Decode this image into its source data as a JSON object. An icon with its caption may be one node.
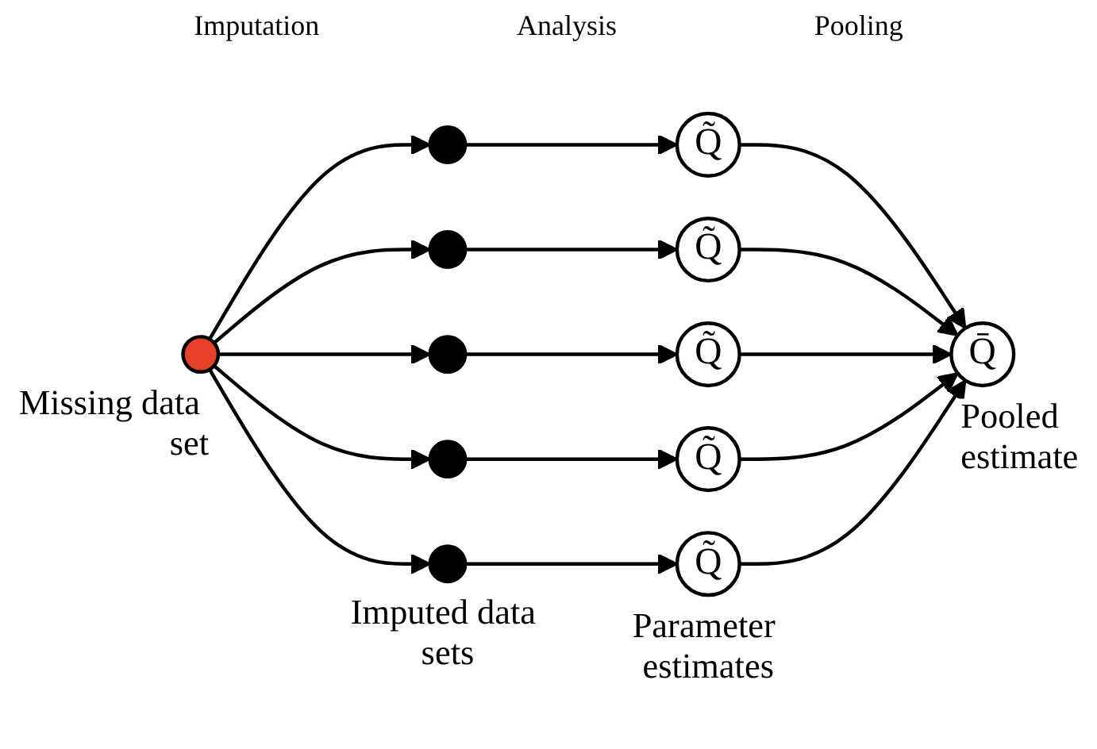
{
  "diagram": {
    "nodes": [
      {
        "text": [],
        "shape": "circle",
        "beside": [
          "Missing data set"
        ]
      },
      {
        "text": [],
        "shape": "circle"
      },
      {
        "text": [],
        "shape": "circle"
      },
      {
        "text": [],
        "shape": "circle"
      },
      {
        "text": [],
        "shape": "circle"
      },
      {
        "text": [],
        "shape": "circle",
        "beside": [
          "Imputed data sets"
        ]
      },
      {
        "text": [
          "Q̃"
        ]
      },
      {
        "text": [
          "Q̃"
        ]
      },
      {
        "text": [
          "Q̃"
        ]
      },
      {
        "text": [
          "Q̃"
        ]
      },
      {
        "text": [
          "Q̃"
        ],
        "beside": [
          "Parameter estimates"
        ]
      },
      {
        "text": [
          "Q̄"
        ],
        "beside": [
          "Pooled estimate"
        ]
      }
    ],
    "edges": [
      {
        "from": 0,
        "to": 1,
        "arrow": "to"
      },
      {
        "from": 0,
        "to": 2,
        "arrow": "to"
      },
      {
        "from": 0,
        "to": 3,
        "arrow": "to"
      },
      {
        "from": 0,
        "to": 4,
        "arrow": "to"
      },
      {
        "from": 0,
        "to": 5,
        "arrow": "to"
      },
      {
        "from": 1,
        "to": 6,
        "arrow": "to"
      },
      {
        "from": 2,
        "to": 7,
        "arrow": "to"
      },
      {
        "from": 3,
        "to": 8,
        "arrow": "to"
      },
      {
        "from": 4,
        "to": 9,
        "arrow": "to"
      },
      {
        "from": 5,
        "to": 10,
        "arrow": "to"
      },
      {
        "from": 6,
        "to": 11,
        "arrow": "to"
      },
      {
        "from": 7,
        "to": 11,
        "arrow": "to"
      },
      {
        "from": 8,
        "to": 11,
        "arrow": "to"
      },
      {
        "from": 9,
        "to": 11,
        "arrow": "to"
      },
      {
        "from": 10,
        "to": 11,
        "arrow": "to"
      }
    ],
    "labels": [
      "Imputation",
      "Analysis",
      "Pooling"
    ]
  }
}
